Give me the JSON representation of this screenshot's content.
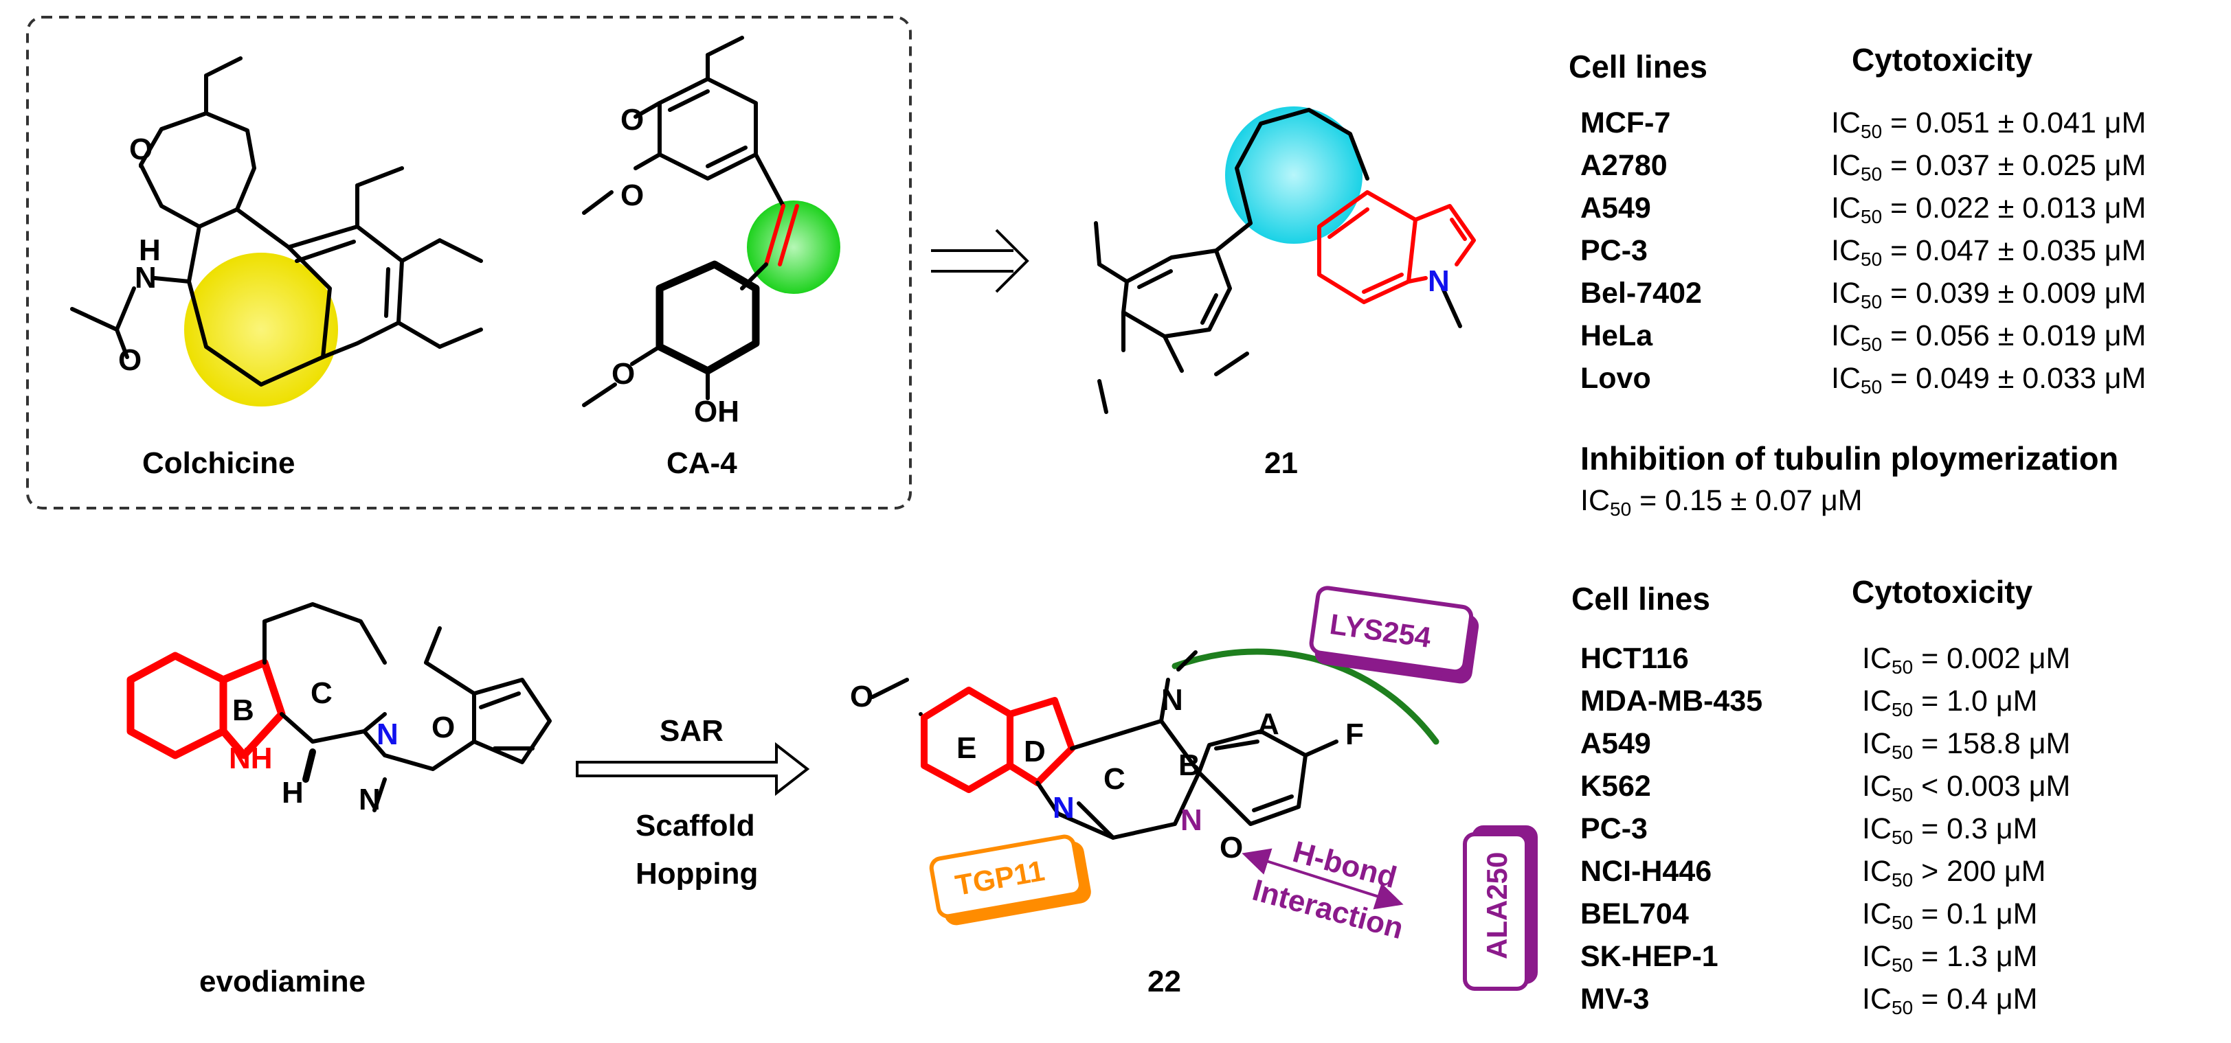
{
  "top_panel": {
    "compounds": {
      "colchicine": "Colchicine",
      "ca4": "CA-4",
      "c21": "21"
    },
    "cell_lines_header": "Cell lines",
    "cytotoxicity_header": "Cytotoxicity",
    "rows": [
      {
        "cell": "MCF-7",
        "value": " = 0.051 ±  0.041 μM"
      },
      {
        "cell": "A2780",
        "value": " = 0.037 ±  0.025 μM"
      },
      {
        "cell": "A549",
        "value": " = 0.022 ±  0.013 μM"
      },
      {
        "cell": "PC-3",
        "value": " = 0.047 ±  0.035 μM"
      },
      {
        "cell": "Bel-7402",
        "value": " = 0.039 ±  0.009 μM"
      },
      {
        "cell": "HeLa",
        "value": " = 0.056 ±  0.019 μM"
      },
      {
        "cell": "Lovo",
        "value": " = 0.049 ±  0.033 μM"
      }
    ],
    "inhibition_title": "Inhibition of tubulin ploymerization",
    "inhibition_value": " = 0.15 ± 0.07 μM"
  },
  "bottom_panel": {
    "compounds": {
      "evodiamine": "evodiamine",
      "c22": "22"
    },
    "arrow_top": "SAR",
    "arrow_bottom_1": "Scaffold",
    "arrow_bottom_2": "Hopping",
    "residues": {
      "lys": "LYS254",
      "ala": "ALA250",
      "tgp": "TGP11"
    },
    "hbond_1": "H-bond",
    "hbond_2": "Interaction",
    "cell_lines_header": "Cell lines",
    "cytotoxicity_header": "Cytotoxicity",
    "rows": [
      {
        "cell": "HCT116",
        "value": " = 0.002 μM"
      },
      {
        "cell": "MDA-MB-435",
        "value": " = 1.0 μM"
      },
      {
        "cell": "A549",
        "value": " = 158.8 μM"
      },
      {
        "cell": "K562",
        "value": " < 0.003 μM"
      },
      {
        "cell": "PC-3",
        "value": " = 0.3 μM"
      },
      {
        "cell": "NCI-H446",
        "value": " > 200 μM"
      },
      {
        "cell": "BEL704",
        "value": " = 0.1 μM"
      },
      {
        "cell": "SK-HEP-1",
        "value": " = 1.3 μM"
      },
      {
        "cell": "MV-3",
        "value": " = 0.4 μM"
      }
    ]
  },
  "ic50_prefix": "IC",
  "ic50_sub": "50",
  "atoms": {
    "O": "O",
    "N": "N",
    "H": "H",
    "NH": "NH",
    "OH": "OH",
    "F": "F"
  },
  "ring_labels": {
    "A": "A",
    "B": "B",
    "C": "C",
    "D": "D",
    "E": "E"
  },
  "colors": {
    "highlight_yellow": "#f4ec10",
    "highlight_green": "#22dd22",
    "highlight_cyan": "#22ddee",
    "red": "#ff0000",
    "blue": "#1111ee",
    "purple": "#8b1a8b",
    "orange": "#ff8c00",
    "green_arc": "#1e7f1e"
  }
}
